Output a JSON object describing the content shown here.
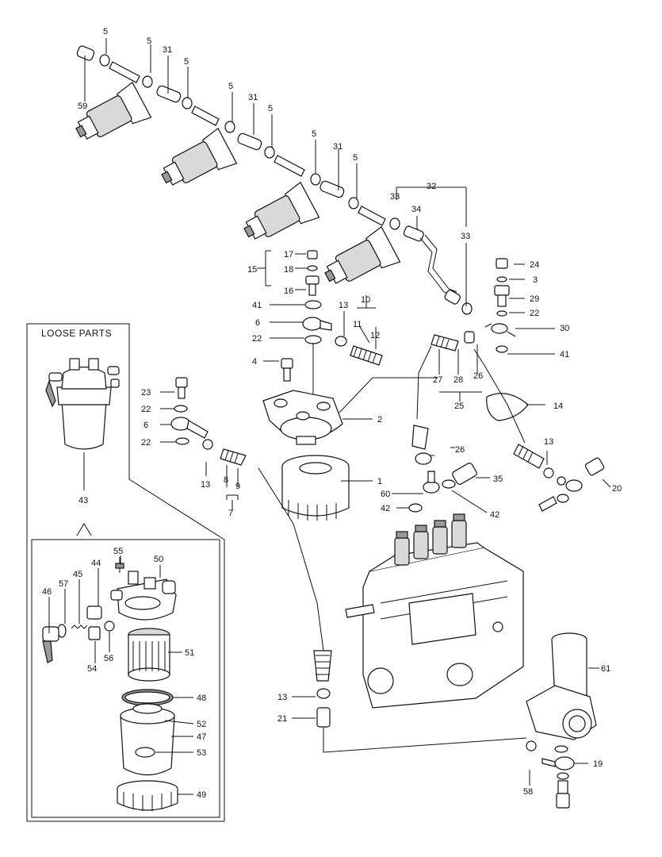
{
  "panel": {
    "title": "LOOSE PARTS"
  },
  "callouts": [
    {
      "id": "c1",
      "text": "5"
    },
    {
      "id": "c2",
      "text": "5"
    },
    {
      "id": "c3",
      "text": "31"
    },
    {
      "id": "c4",
      "text": "5"
    },
    {
      "id": "c5",
      "text": "59"
    },
    {
      "id": "c6",
      "text": "5"
    },
    {
      "id": "c7",
      "text": "31"
    },
    {
      "id": "c8",
      "text": "5"
    },
    {
      "id": "c9",
      "text": "5"
    },
    {
      "id": "c10",
      "text": "31"
    },
    {
      "id": "c11",
      "text": "5"
    },
    {
      "id": "c12",
      "text": "32"
    },
    {
      "id": "c13",
      "text": "33"
    },
    {
      "id": "c14",
      "text": "34"
    },
    {
      "id": "c15",
      "text": "33"
    },
    {
      "id": "c16",
      "text": "17"
    },
    {
      "id": "c17",
      "text": "15"
    },
    {
      "id": "c18",
      "text": "18"
    },
    {
      "id": "c19",
      "text": "16"
    },
    {
      "id": "c20",
      "text": "24"
    },
    {
      "id": "c21",
      "text": "3"
    },
    {
      "id": "c22",
      "text": "29"
    },
    {
      "id": "c23",
      "text": "41"
    },
    {
      "id": "c24",
      "text": "22"
    },
    {
      "id": "c25",
      "text": "10"
    },
    {
      "id": "c26",
      "text": "13"
    },
    {
      "id": "c27",
      "text": "11"
    },
    {
      "id": "c28",
      "text": "6"
    },
    {
      "id": "c29",
      "text": "12"
    },
    {
      "id": "c30",
      "text": "30"
    },
    {
      "id": "c31",
      "text": "22"
    },
    {
      "id": "c32",
      "text": "41"
    },
    {
      "id": "c33",
      "text": "4"
    },
    {
      "id": "c34",
      "text": "27"
    },
    {
      "id": "c35",
      "text": "28"
    },
    {
      "id": "c36",
      "text": "26"
    },
    {
      "id": "c37",
      "text": "23"
    },
    {
      "id": "c38",
      "text": "25"
    },
    {
      "id": "c39",
      "text": "14"
    },
    {
      "id": "c40",
      "text": "2"
    },
    {
      "id": "c41",
      "text": "22"
    },
    {
      "id": "c42",
      "text": "6"
    },
    {
      "id": "c43",
      "text": "22"
    },
    {
      "id": "c44",
      "text": "13"
    },
    {
      "id": "c45",
      "text": "8"
    },
    {
      "id": "c46",
      "text": "26"
    },
    {
      "id": "c47",
      "text": "9"
    },
    {
      "id": "c48",
      "text": "13"
    },
    {
      "id": "c49",
      "text": "35"
    },
    {
      "id": "c50",
      "text": "1"
    },
    {
      "id": "c51",
      "text": "20"
    },
    {
      "id": "c52",
      "text": "60"
    },
    {
      "id": "c53",
      "text": "7"
    },
    {
      "id": "c54",
      "text": "42"
    },
    {
      "id": "c55",
      "text": "42"
    },
    {
      "id": "c56",
      "text": "43"
    },
    {
      "id": "c57",
      "text": "55"
    },
    {
      "id": "c58",
      "text": "50"
    },
    {
      "id": "c59",
      "text": "44"
    },
    {
      "id": "c60",
      "text": "45"
    },
    {
      "id": "c61",
      "text": "57"
    },
    {
      "id": "c62",
      "text": "46"
    },
    {
      "id": "c63",
      "text": "51"
    },
    {
      "id": "c64",
      "text": "56"
    },
    {
      "id": "c65",
      "text": "54"
    },
    {
      "id": "c66",
      "text": "61"
    },
    {
      "id": "c67",
      "text": "48"
    },
    {
      "id": "c68",
      "text": "13"
    },
    {
      "id": "c69",
      "text": "52"
    },
    {
      "id": "c70",
      "text": "21"
    },
    {
      "id": "c71",
      "text": "47"
    },
    {
      "id": "c72",
      "text": "53"
    },
    {
      "id": "c73",
      "text": "19"
    },
    {
      "id": "c74",
      "text": "58"
    },
    {
      "id": "c75",
      "text": "49"
    }
  ]
}
